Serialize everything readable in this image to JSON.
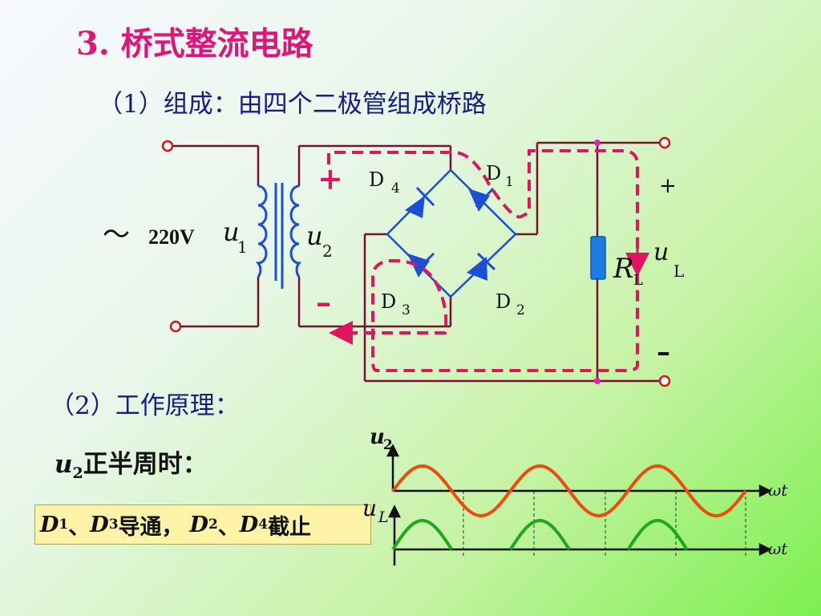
{
  "slide": {
    "title": "3. 桥式整流电路",
    "composition": "（1）组成：由四个二极管组成桥路",
    "principle": "（2）工作原理：",
    "half_cycle": {
      "var": "u",
      "sub": "2",
      "text": "正半周时："
    },
    "conduction": {
      "d1": "D",
      "d1_sub": "1",
      "sep1": " 、",
      "d3": "D",
      "d3_sub": "3",
      "on_text": "导通，",
      "d2": "D",
      "d2_sub": "2",
      "sep2": "、",
      "d4": "D",
      "d4_sub": "4",
      "off_text": "截止"
    }
  },
  "circuit": {
    "source_symbol": "～",
    "source_voltage": "220V",
    "u1": {
      "var": "u",
      "sub": "1"
    },
    "u2": {
      "var": "u",
      "sub": "2"
    },
    "plus": "+",
    "minus": "–",
    "diodes": {
      "d1": {
        "name": "D",
        "sub": "1"
      },
      "d2": {
        "name": "D",
        "sub": "2"
      },
      "d3": {
        "name": "D",
        "sub": "3"
      },
      "d4": {
        "name": "D",
        "sub": "4"
      }
    },
    "load": {
      "name": "R",
      "sub": "L"
    },
    "uL": {
      "var": "u",
      "sub": "L"
    },
    "out_plus": "+",
    "out_minus": "–",
    "colors": {
      "wire": "#7a1030",
      "diode": "#1a4fd6",
      "resistor": "#1e6fd6",
      "current_path": "#e0145f",
      "terminal": "#d41616",
      "node": "#e020c0"
    }
  },
  "chart_data": [
    {
      "type": "line",
      "ylabel": "u2",
      "xlabel": "ωt",
      "series": [
        {
          "shape": "sine",
          "cycles": 3,
          "color": "#f04a10"
        }
      ]
    },
    {
      "type": "line",
      "ylabel": "uL",
      "xlabel": "ωt",
      "series": [
        {
          "shape": "half-wave positive humps",
          "humps": 3,
          "color": "#1fa81f"
        }
      ]
    }
  ]
}
